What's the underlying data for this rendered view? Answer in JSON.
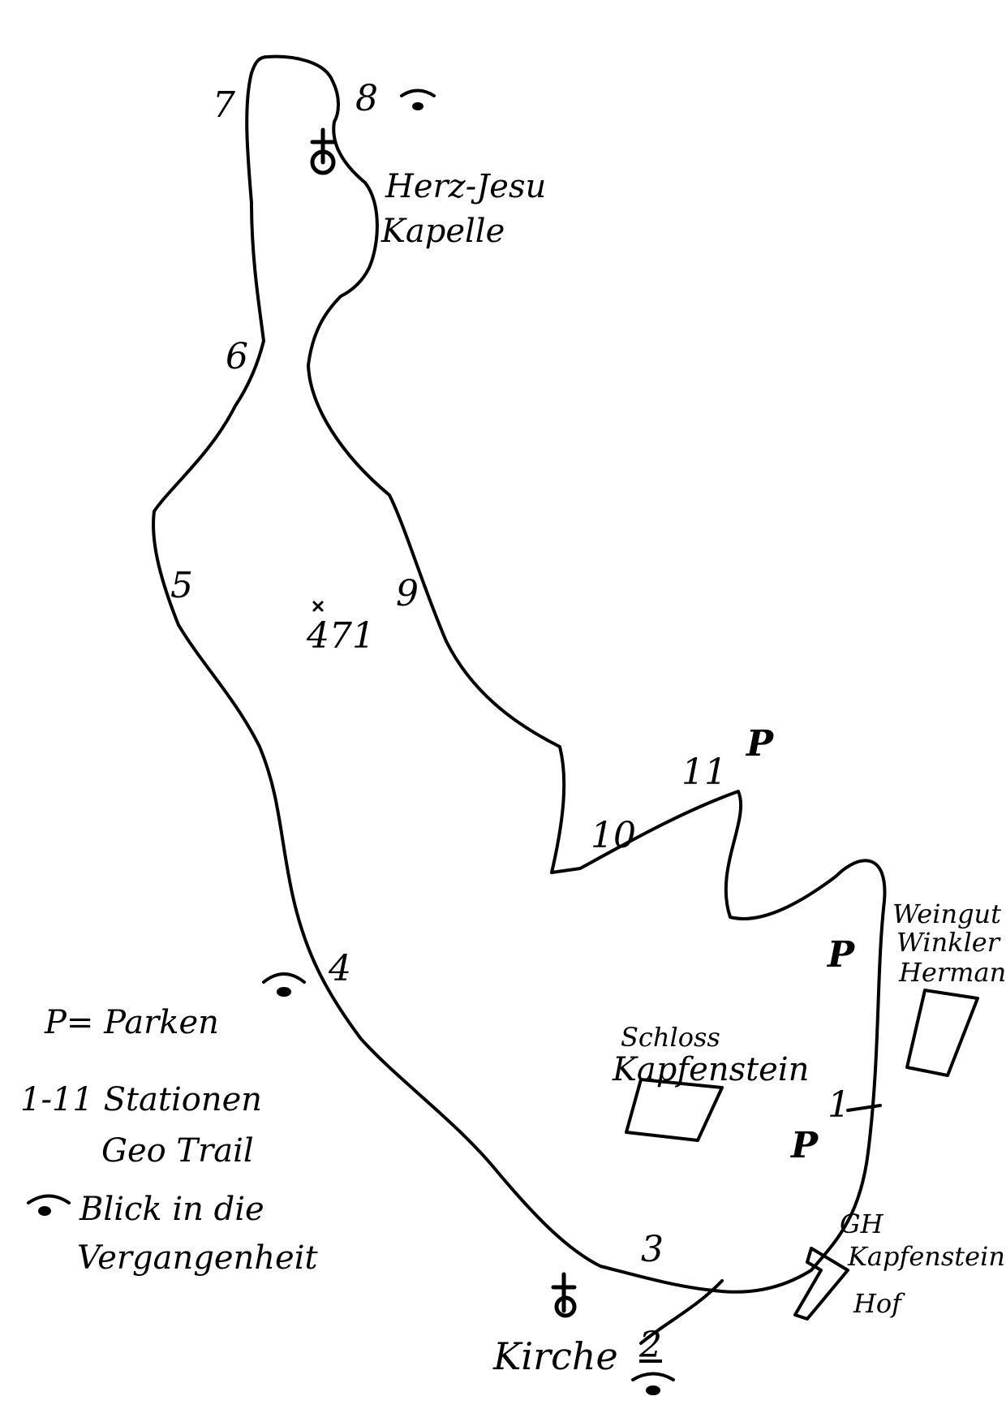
{
  "stations": [
    "1",
    "2",
    "3",
    "4",
    "5",
    "6",
    "7",
    "8",
    "9",
    "10",
    "11"
  ],
  "elevation": "471",
  "parking_symbol": "P",
  "places": {
    "chapel_line1": "Herz-Jesu",
    "chapel_line2": "Kapelle",
    "castle_line1": "Schloss",
    "castle_line2": "Kapfenstein",
    "church": "Kirche",
    "winery_line1": "Weingut",
    "winery_line2": "Winkler",
    "winery_line3": "Hermann",
    "inn_line1": "GH",
    "inn_line2": "Kapfensteiner",
    "inn_line3": "Hof"
  },
  "legend": {
    "parking": "P= Parken",
    "stations_line1": "1-11 Stationen",
    "stations_line2": "Geo Trail",
    "view_line1": "Blick in die",
    "view_line2": "Vergangenheit"
  },
  "colors": {
    "ink": "#000000",
    "paper": "#ffffff"
  },
  "icons": [
    "chapel-cross-icon",
    "church-cross-icon",
    "eye-view-icon",
    "building-outline"
  ]
}
